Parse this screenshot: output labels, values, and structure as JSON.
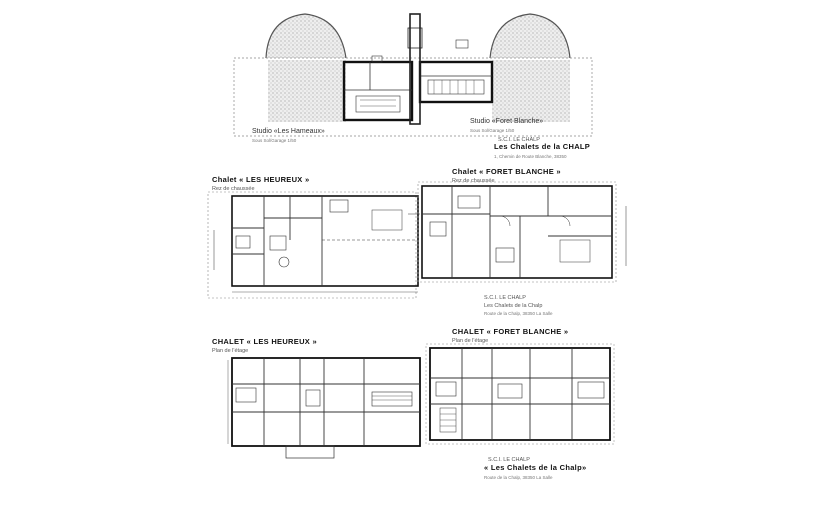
{
  "top": {
    "left_caption": "Studio «Les Hameaux»",
    "left_caption_sub": "Sous Sol/Garage 1/50",
    "right_caption": "Studio «Foret Blanche»",
    "right_caption_sub": "Sous Sol/Garage 1/50",
    "owner_line1": "S.C.I. LE CHALP",
    "owner_line2": "Les Chalets de la CHALP",
    "owner_line3": "1, Chemin de Route Blanche, 38350"
  },
  "middle": {
    "left_title": "Chalet « LES HEUREUX »",
    "left_sub": "Rez de chaussée",
    "right_title": "Chalet « FORET BLANCHE »",
    "right_sub": "Rez de chaussée",
    "owner_line1": "S.C.I. LE CHALP",
    "owner_line2": "Les Chalets de la Chalp",
    "owner_line3": "Route de la Chalp, 38350 La Salle"
  },
  "bottom": {
    "left_title": "CHALET « LES HEUREUX »",
    "left_sub": "Plan de l'étage",
    "right_title": "CHALET « FORET BLANCHE »",
    "right_sub": "Plan de l'étage",
    "owner_line1": "S.C.I. LE CHALP",
    "owner_line2": "« Les Chalets de la Chalp»",
    "owner_line3": "Route de la Chalp, 38350 La Salle"
  }
}
